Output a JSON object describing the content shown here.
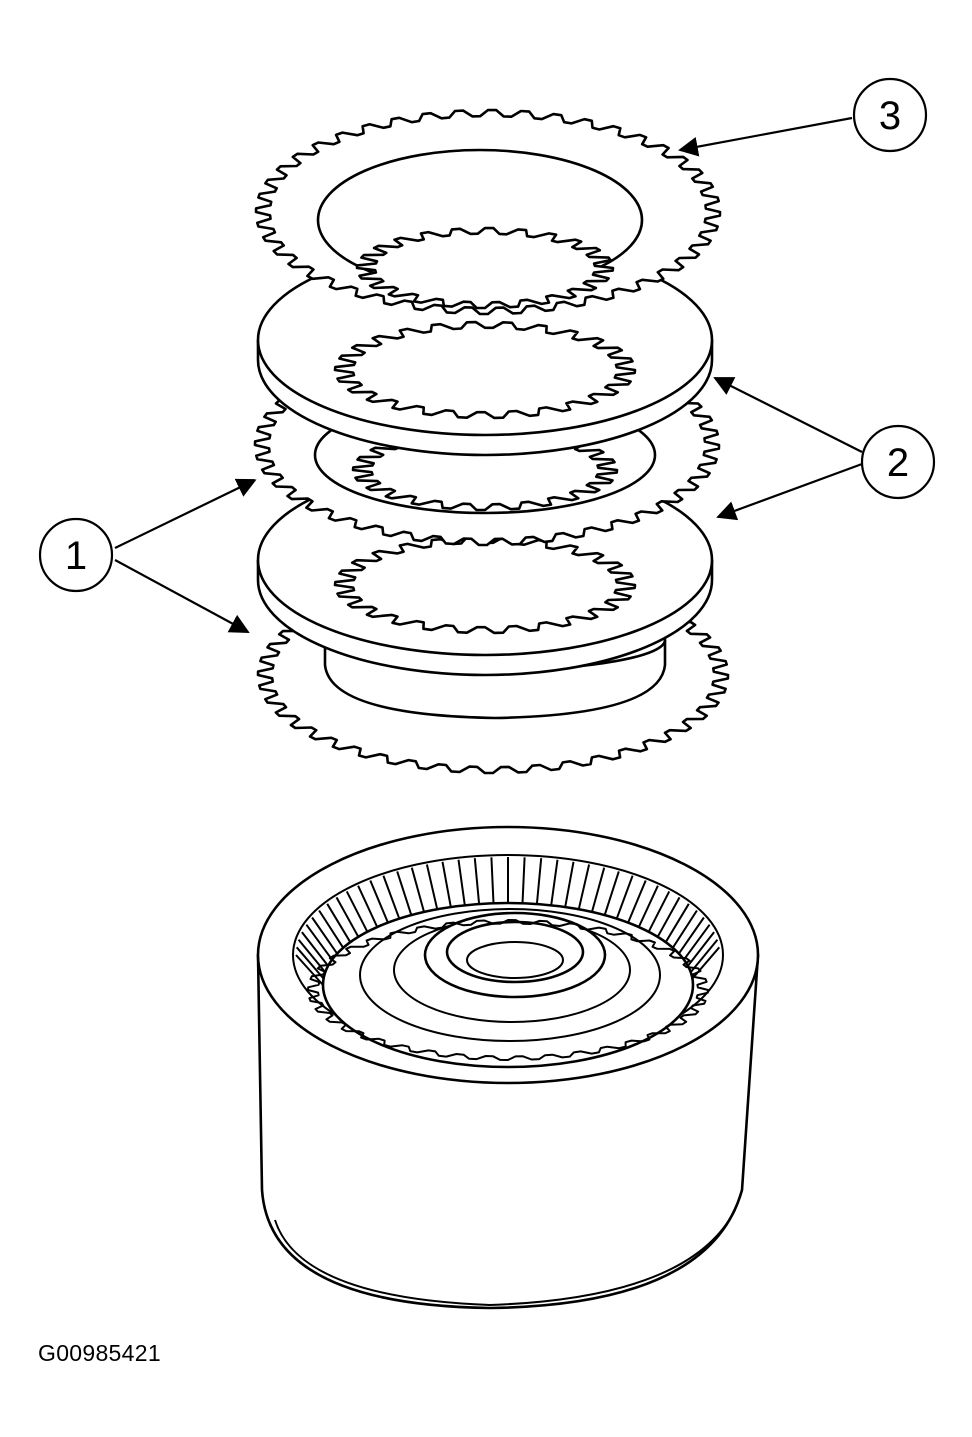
{
  "callouts": [
    {
      "id": "1",
      "label": "1"
    },
    {
      "id": "2",
      "label": "2"
    },
    {
      "id": "3",
      "label": "3"
    }
  ],
  "figure_id": "G00985421",
  "colors": {
    "ink": "#000000",
    "paper": "#ffffff"
  }
}
